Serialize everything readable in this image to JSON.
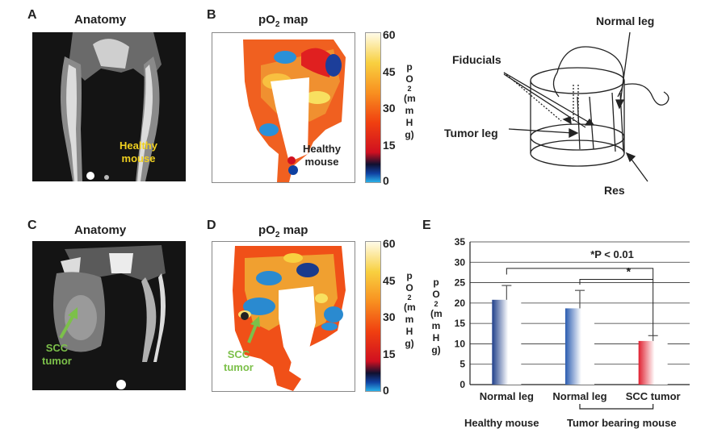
{
  "panel_a": {
    "letter": "A",
    "title": "Anatomy",
    "label_line1": "Healthy",
    "label_line2": "mouse"
  },
  "panel_b": {
    "letter": "B",
    "title_main": "pO",
    "title_sub": "2",
    "title_tail": " map",
    "label_line1": "Healthy",
    "label_line2": "mouse",
    "colorbar_ticks": [
      "60",
      "45",
      "30",
      "15",
      "0"
    ],
    "unit_chars": [
      "p",
      "O",
      "2",
      "(m",
      "m",
      "H",
      "g)"
    ]
  },
  "panel_c": {
    "letter": "C",
    "title": "Anatomy",
    "label_line1": "SCC",
    "label_line2": "tumor"
  },
  "panel_d": {
    "letter": "D",
    "title_main": "pO",
    "title_sub": "2",
    "title_tail": " map",
    "label_line1": "SCC",
    "label_line2": "tumor",
    "colorbar_ticks": [
      "60",
      "45",
      "30",
      "15",
      "0"
    ],
    "unit_chars": [
      "p",
      "O",
      "2",
      "(m",
      "m",
      "H",
      "g)"
    ]
  },
  "diagram": {
    "normal_leg": "Normal leg",
    "fiducials": "Fiducials",
    "tumor_leg": "Tumor leg",
    "res": "Res"
  },
  "panel_e": {
    "letter": "E",
    "sig_all": "*P < 0.01",
    "sig_pair": "*",
    "group_healthy": "Healthy mouse",
    "group_tumor": "Tumor bearing mouse",
    "unit_chars": [
      "p",
      "O",
      "2",
      "(m",
      "m",
      "H",
      "g)"
    ]
  },
  "colors": {
    "healthy_bar": "#1f4e9a",
    "tumor_bar": "#e03040",
    "scc_green": "#7cc04a",
    "label_yellow": "#f0d020"
  },
  "chart_data": {
    "type": "bar",
    "categories": [
      "Normal leg",
      "Normal leg",
      "SCC tumor"
    ],
    "values": [
      20.8,
      18.7,
      10.7
    ],
    "errors": [
      3.5,
      4.4,
      1.3
    ],
    "ylim": [
      0,
      35
    ],
    "yticks": [
      0,
      5,
      10,
      15,
      20,
      25,
      30,
      35
    ],
    "ylabel": "pO2 (mmHg)",
    "grid": true
  }
}
